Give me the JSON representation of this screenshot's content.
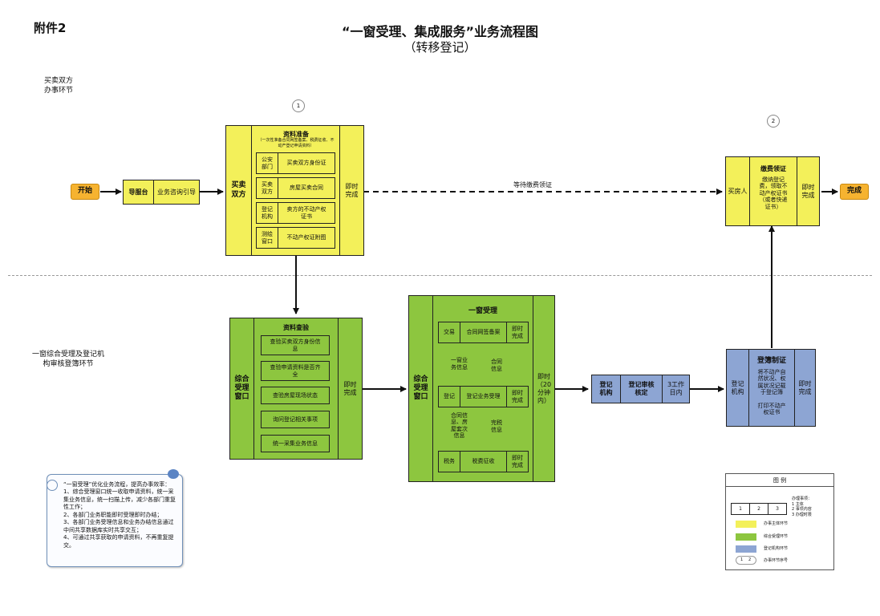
{
  "header": {
    "attachment": "附件2",
    "title": "“一窗受理、集成服务”业务流程图",
    "subtitle": "（转移登记）"
  },
  "lanes": {
    "top": "买卖双方\n办事环节",
    "bottom": "一窗综合受理及登记机\n构审核登簿环节"
  },
  "markers": {
    "one": "1",
    "two": "2"
  },
  "nodes": {
    "start": "开始",
    "guide": "导服台",
    "consult": "业务咨询引导",
    "parties": "买卖\n双方",
    "prep_title": "资料准备",
    "prep_note": "（一次性准备合同网签备案、税费征收、不动产登记申请资料）",
    "prep_rows": [
      {
        "org": "公安\n部门",
        "item": "买卖双方身份证"
      },
      {
        "org": "买卖\n双方",
        "item": "房屋买卖合同"
      },
      {
        "org": "登记\n机构",
        "item": "卖方的不动产权\n证书"
      },
      {
        "org": "测绘\n窗口",
        "item": "不动产权证附图"
      }
    ],
    "prep_done": "即时\n完成",
    "wait_label": "等待缴费领证",
    "buyer": "买房人",
    "pay_title": "缴费领证",
    "pay_text": "缴纳登记\n费，领取不\n动产权证书\n（或者快递\n证书）",
    "pay_done": "即时\n完成",
    "finish": "完成",
    "window1": "综合\n受理\n窗口",
    "check_title": "资料查验",
    "check_rows": [
      "查验买卖双方身份信\n息",
      "查验申请资料是否齐\n全",
      "查验房屋现场状态",
      "询问登记相关事项",
      "统一采集业务信息"
    ],
    "check_done": "即时\n完成",
    "window2": "综合\n受理\n窗口",
    "one_title": "一窗受理",
    "trade_org": "交易",
    "trade_item": "合同网签备案",
    "trade_done": "即时\n完成",
    "flow1_left": "一窗业\n务信息",
    "flow1_right": "合同\n信息",
    "reg_org": "登记",
    "reg_item": "登记业务受理",
    "reg_done": "即时\n完成",
    "flow2_left": "合同信\n息、房\n屋套次\n信息",
    "flow2_right": "完税\n信息",
    "tax_org": "税务",
    "tax_item": "税费征收",
    "tax_done": "即时\n完成",
    "one_done": "即时\n（20\n分钟\n内）",
    "review_org": "登记\n机构",
    "review_item": "登记审核\n核定",
    "review_time": "3工作\n日内",
    "book_org": "登记\n机构",
    "book_title": "登簿制证",
    "book_text": "将不动产自\n然状况、权\n属状况记载\n于登记簿\n\n打印不动产\n权证书",
    "book_done": "即时\n完成"
  },
  "note": {
    "text": "“一窗受理”优化业务流程，提高办事效率：\n1、综合受理窗口统一收取申请资料，统一采集业务信息，统一扫描上传，减少各部门重复性工作；\n2、各部门业务职能即时受理即时办结；\n3、各部门业务受理信息和业务办结信息通过中间共享数据库实时共享交互；\n4、可通过共享获取的申请资料，不再重复提交。"
  },
  "legend": {
    "title": "图  例",
    "sample": [
      "1",
      "2",
      "3"
    ],
    "sample_note": "办理事项：\n1 主体\n2 事项内容\n3 办理时限",
    "items": [
      {
        "label": "办事主体环节",
        "color": "#f3f05a"
      },
      {
        "label": "综合受理环节",
        "color": "#8dc63f"
      },
      {
        "label": "登记机构环节",
        "color": "#8da5d3"
      }
    ],
    "seq_nums": [
      "1",
      "2"
    ],
    "seq_label": "办事环节序号"
  }
}
